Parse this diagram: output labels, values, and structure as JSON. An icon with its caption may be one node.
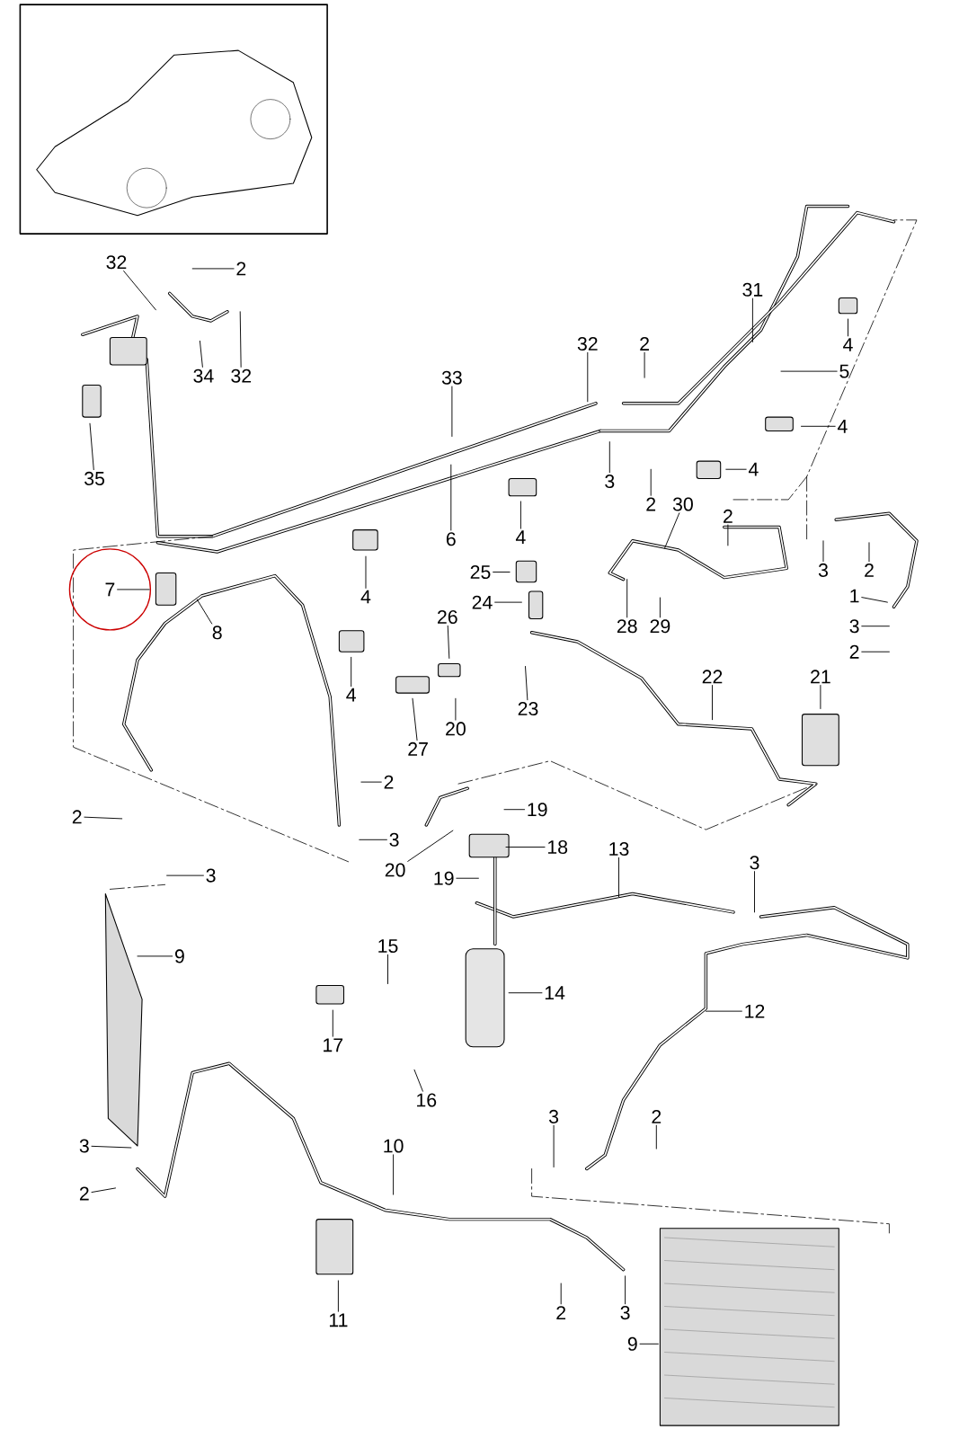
{
  "diagram": {
    "nodes": [
      {
        "text": [
          "32"
        ]
      },
      {
        "text": [
          "2"
        ]
      },
      {
        "text": [
          "32"
        ]
      },
      {
        "text": [
          "34"
        ]
      },
      {
        "text": [
          "35"
        ]
      },
      {
        "text": [
          "33"
        ]
      },
      {
        "text": [
          "32"
        ]
      },
      {
        "text": [
          "2"
        ]
      },
      {
        "text": [
          "31"
        ]
      },
      {
        "text": [
          "4"
        ]
      },
      {
        "text": [
          "5"
        ]
      },
      {
        "text": [
          "4"
        ]
      },
      {
        "text": [
          "3"
        ]
      },
      {
        "text": [
          "2"
        ]
      },
      {
        "text": [
          "4"
        ]
      },
      {
        "text": [
          "6"
        ]
      },
      {
        "text": [
          "4"
        ]
      },
      {
        "text": [
          "30"
        ]
      },
      {
        "text": [
          "2"
        ]
      },
      {
        "text": [
          "3"
        ]
      },
      {
        "text": [
          "2"
        ]
      },
      {
        "text": [
          "4"
        ]
      },
      {
        "text": [
          "7"
        ]
      },
      {
        "text": [
          "8"
        ]
      },
      {
        "text": [
          "25"
        ]
      },
      {
        "text": [
          "24"
        ]
      },
      {
        "text": [
          "28"
        ]
      },
      {
        "text": [
          "29"
        ]
      },
      {
        "text": [
          "1"
        ]
      },
      {
        "text": [
          "3"
        ]
      },
      {
        "text": [
          "2"
        ]
      },
      {
        "text": [
          "26"
        ]
      },
      {
        "text": [
          "4"
        ]
      },
      {
        "text": [
          "22"
        ]
      },
      {
        "text": [
          "21"
        ]
      },
      {
        "text": [
          "23"
        ]
      },
      {
        "text": [
          "20"
        ]
      },
      {
        "text": [
          "27"
        ]
      },
      {
        "text": [
          "2"
        ]
      },
      {
        "text": [
          "2"
        ]
      },
      {
        "text": [
          "3"
        ]
      },
      {
        "text": [
          "19"
        ]
      },
      {
        "text": [
          "18"
        ]
      },
      {
        "text": [
          "20"
        ]
      },
      {
        "text": [
          "19"
        ]
      },
      {
        "text": [
          "3"
        ]
      },
      {
        "text": [
          "13"
        ]
      },
      {
        "text": [
          "3"
        ]
      },
      {
        "text": [
          "9"
        ]
      },
      {
        "text": [
          "15"
        ]
      },
      {
        "text": [
          "14"
        ]
      },
      {
        "text": [
          "12"
        ]
      },
      {
        "text": [
          "17"
        ]
      },
      {
        "text": [
          "16"
        ]
      },
      {
        "text": [
          "3"
        ]
      },
      {
        "text": [
          "2"
        ]
      },
      {
        "text": [
          "10"
        ]
      },
      {
        "text": [
          "3"
        ]
      },
      {
        "text": [
          "2"
        ]
      },
      {
        "text": [
          "11"
        ]
      },
      {
        "text": [
          "2"
        ]
      },
      {
        "text": [
          "3"
        ]
      },
      {
        "text": [
          "9"
        ]
      }
    ],
    "edges": [
      {
        "from": 0,
        "to": null,
        "arrow": "none"
      },
      {
        "from": 1,
        "to": null,
        "arrow": "none"
      },
      {
        "from": 2,
        "to": null,
        "arrow": "none"
      },
      {
        "from": 3,
        "to": null,
        "arrow": "none"
      },
      {
        "from": 4,
        "to": null,
        "arrow": "none"
      },
      {
        "from": 5,
        "to": null,
        "arrow": "none"
      },
      {
        "from": 6,
        "to": null,
        "arrow": "none"
      },
      {
        "from": 7,
        "to": null,
        "arrow": "none"
      },
      {
        "from": 8,
        "to": null,
        "arrow": "none"
      },
      {
        "from": 9,
        "to": null,
        "arrow": "none"
      },
      {
        "from": 10,
        "to": null,
        "arrow": "none"
      },
      {
        "from": 11,
        "to": null,
        "arrow": "none"
      },
      {
        "from": 12,
        "to": null,
        "arrow": "none"
      },
      {
        "from": 13,
        "to": null,
        "arrow": "none"
      },
      {
        "from": 14,
        "to": null,
        "arrow": "none"
      },
      {
        "from": 15,
        "to": null,
        "arrow": "none"
      },
      {
        "from": 16,
        "to": null,
        "arrow": "none"
      },
      {
        "from": 17,
        "to": null,
        "arrow": "none"
      },
      {
        "from": 18,
        "to": null,
        "arrow": "none"
      },
      {
        "from": 19,
        "to": null,
        "arrow": "none"
      },
      {
        "from": 20,
        "to": null,
        "arrow": "none"
      },
      {
        "from": 21,
        "to": null,
        "arrow": "none"
      },
      {
        "from": 22,
        "to": null,
        "arrow": "none"
      },
      {
        "from": 23,
        "to": null,
        "arrow": "none"
      },
      {
        "from": 24,
        "to": null,
        "arrow": "none"
      },
      {
        "from": 25,
        "to": null,
        "arrow": "none"
      },
      {
        "from": 26,
        "to": null,
        "arrow": "none"
      },
      {
        "from": 27,
        "to": null,
        "arrow": "none"
      },
      {
        "from": 28,
        "to": null,
        "arrow": "none"
      },
      {
        "from": 29,
        "to": null,
        "arrow": "none"
      },
      {
        "from": 30,
        "to": null,
        "arrow": "none"
      },
      {
        "from": 31,
        "to": null,
        "arrow": "none"
      },
      {
        "from": 32,
        "to": null,
        "arrow": "none"
      },
      {
        "from": 33,
        "to": null,
        "arrow": "none"
      },
      {
        "from": 34,
        "to": null,
        "arrow": "none"
      },
      {
        "from": 35,
        "to": null,
        "arrow": "none"
      },
      {
        "from": 36,
        "to": null,
        "arrow": "none"
      },
      {
        "from": 37,
        "to": null,
        "arrow": "none"
      },
      {
        "from": 38,
        "to": null,
        "arrow": "none"
      },
      {
        "from": 39,
        "to": null,
        "arrow": "none"
      },
      {
        "from": 40,
        "to": null,
        "arrow": "none"
      },
      {
        "from": 41,
        "to": null,
        "arrow": "none"
      },
      {
        "from": 42,
        "to": null,
        "arrow": "none"
      },
      {
        "from": 43,
        "to": null,
        "arrow": "none"
      },
      {
        "from": 44,
        "to": null,
        "arrow": "none"
      },
      {
        "from": 45,
        "to": null,
        "arrow": "none"
      },
      {
        "from": 46,
        "to": null,
        "arrow": "none"
      },
      {
        "from": 47,
        "to": null,
        "arrow": "none"
      },
      {
        "from": 48,
        "to": null,
        "arrow": "none"
      },
      {
        "from": 49,
        "to": null,
        "arrow": "none"
      },
      {
        "from": 50,
        "to": null,
        "arrow": "none"
      },
      {
        "from": 51,
        "to": null,
        "arrow": "none"
      },
      {
        "from": 52,
        "to": null,
        "arrow": "none"
      },
      {
        "from": 53,
        "to": null,
        "arrow": "none"
      },
      {
        "from": 54,
        "to": null,
        "arrow": "none"
      },
      {
        "from": 55,
        "to": null,
        "arrow": "none"
      },
      {
        "from": 56,
        "to": null,
        "arrow": "none"
      },
      {
        "from": 57,
        "to": null,
        "arrow": "none"
      },
      {
        "from": 58,
        "to": null,
        "arrow": "none"
      },
      {
        "from": 59,
        "to": null,
        "arrow": "none"
      },
      {
        "from": 60,
        "to": null,
        "arrow": "none"
      },
      {
        "from": 61,
        "to": null,
        "arrow": "none"
      },
      {
        "from": 62,
        "to": null,
        "arrow": "none"
      }
    ]
  }
}
